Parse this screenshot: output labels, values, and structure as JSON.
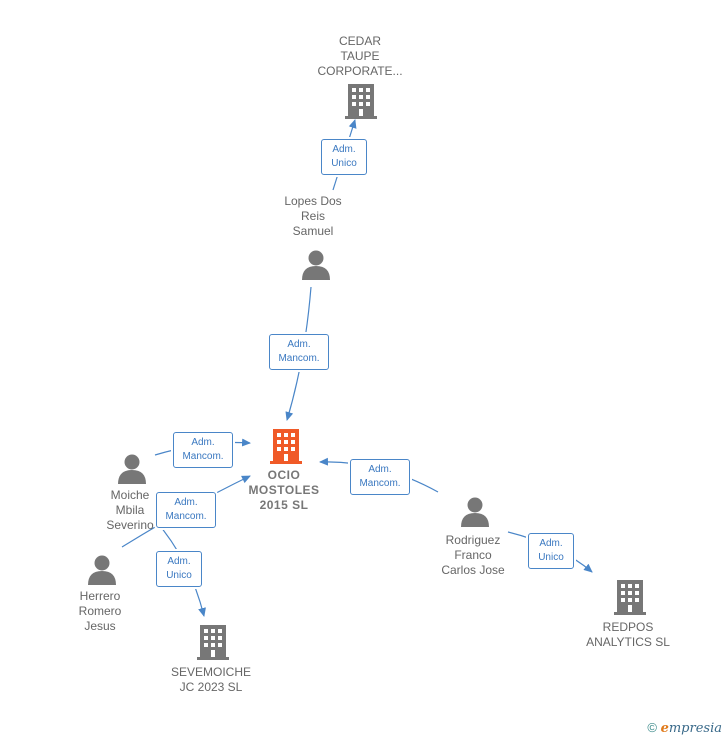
{
  "colors": {
    "edge": "#4a86c8",
    "company": "#777777",
    "company_main": "#f05a28",
    "person": "#777777"
  },
  "nodes": {
    "cedar": {
      "label": "CEDAR\nTAUPE\nCORPORATE...",
      "icon": "building-icon"
    },
    "lopes": {
      "label": "Lopes Dos\nReis\nSamuel",
      "icon": "person-icon"
    },
    "ocio": {
      "label": "OCIO\nMOSTOLES\n2015  SL",
      "icon": "building-icon"
    },
    "moiche": {
      "label": "Moiche\nMbila\nSeverino",
      "icon": "person-icon"
    },
    "herrero": {
      "label": "Herrero\nRomero\nJesus",
      "icon": "person-icon"
    },
    "sevemoiche": {
      "label": "SEVEMOICHE\nJC 2023  SL",
      "icon": "building-icon"
    },
    "rodriguez": {
      "label": "Rodriguez\nFranco\nCarlos Jose",
      "icon": "person-icon"
    },
    "redpos": {
      "label": "REDPOS\nANALYTICS  SL",
      "icon": "building-icon"
    }
  },
  "edges": {
    "lopes_cedar": "Adm.\nUnico",
    "lopes_ocio": "Adm.\nMancom.",
    "moiche_ocio": "Adm.\nMancom.",
    "herrero_ocio": "Adm.\nMancom.",
    "moiche_sevemoiche": "Adm.\nUnico",
    "rodriguez_ocio": "Adm.\nMancom.",
    "rodriguez_redpos": "Adm.\nUnico"
  },
  "footer": {
    "copyright": "©",
    "brand_first": "e",
    "brand_rest": "mpresia"
  }
}
